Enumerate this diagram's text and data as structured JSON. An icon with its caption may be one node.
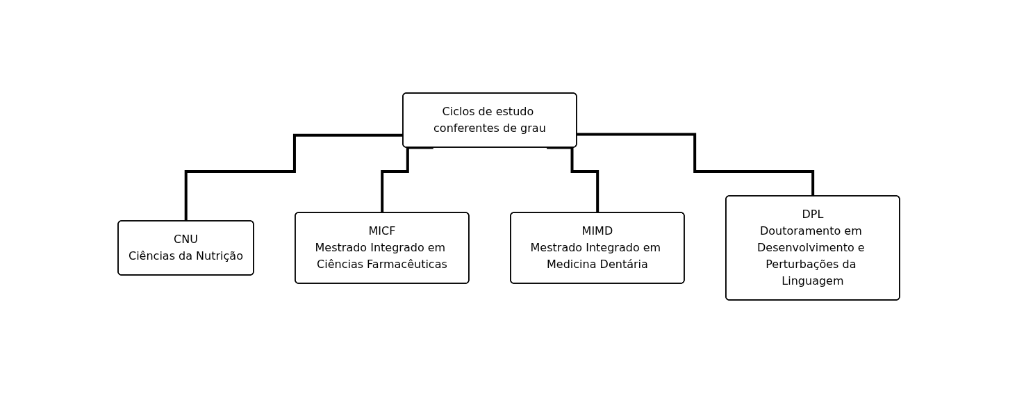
{
  "diagram": {
    "nodes": [
      {
        "text": [
          "Ciclos de estudo conferentes de grau"
        ]
      },
      {
        "text": [
          "CNU",
          "Ciências da Nutrição"
        ]
      },
      {
        "text": [
          "MICF",
          "Mestrado Integrado em Ciências Farmacêuticas"
        ]
      },
      {
        "text": [
          "MIMD",
          "Mestrado Integrado em Medicina Dentária"
        ]
      },
      {
        "text": [
          "DPL",
          "Doutoramento em Desenvolvimento e Perturbações da Linguagem"
        ]
      }
    ],
    "edges": [
      {
        "from": 0,
        "to": 1,
        "arrow": "none"
      },
      {
        "from": 0,
        "to": 2,
        "arrow": "none"
      },
      {
        "from": 0,
        "to": 3,
        "arrow": "none"
      },
      {
        "from": 0,
        "to": 4,
        "arrow": "none"
      }
    ]
  }
}
